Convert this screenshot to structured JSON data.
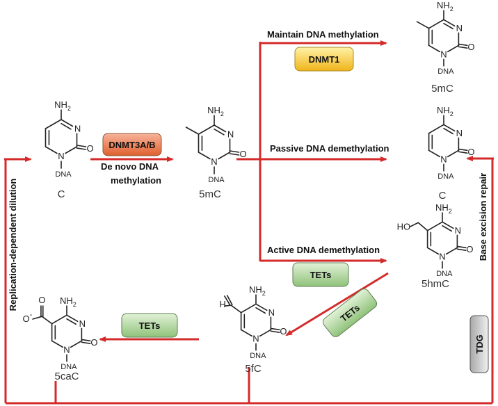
{
  "molecules": {
    "c_main": {
      "name": "C"
    },
    "mc_main": {
      "name": "5mC"
    },
    "mc_top": {
      "name": "5mC"
    },
    "c_right": {
      "name": "C"
    },
    "hmc": {
      "name": "5hmC"
    },
    "fc": {
      "name": "5fC"
    },
    "cac": {
      "name": "5caC"
    }
  },
  "atoms": {
    "nh2": "NH",
    "nh2_sub": "2",
    "n": "N",
    "o": "O",
    "dna": "DNA",
    "ho": "HO",
    "h": "H",
    "o_minus": "O",
    "minus": "-"
  },
  "pathways": {
    "maintain": "Maintain DNA methylation",
    "passive": "Passive DNA demethylation",
    "active": "Active DNA demethylation",
    "de_novo_line1": "De novo DNA",
    "de_novo_line2": "methylation",
    "replication": "Replication-dependent dilution",
    "ber": "Base excision repair"
  },
  "enzymes": {
    "dnmt3": {
      "label": "DNMT3A/B",
      "color_top": "#f7b39a",
      "color_bottom": "#e0602e"
    },
    "dnmt1": {
      "label": "DNMT1",
      "color_top": "#fff3a8",
      "color_bottom": "#f0b41a"
    },
    "tets_1": {
      "label": "TETs",
      "color_top": "#e2f2d8",
      "color_bottom": "#8fc27a"
    },
    "tets_2": {
      "label": "TETs",
      "color_top": "#e2f2d8",
      "color_bottom": "#8fc27a"
    },
    "tets_3": {
      "label": "TETs",
      "color_top": "#e2f2d8",
      "color_bottom": "#8fc27a"
    },
    "tdg": {
      "label": "TDG",
      "color_top": "#f0f0f0",
      "color_bottom": "#a8a8a8"
    }
  },
  "colors": {
    "arrow": "#d42a2a",
    "bond": "#222222"
  }
}
